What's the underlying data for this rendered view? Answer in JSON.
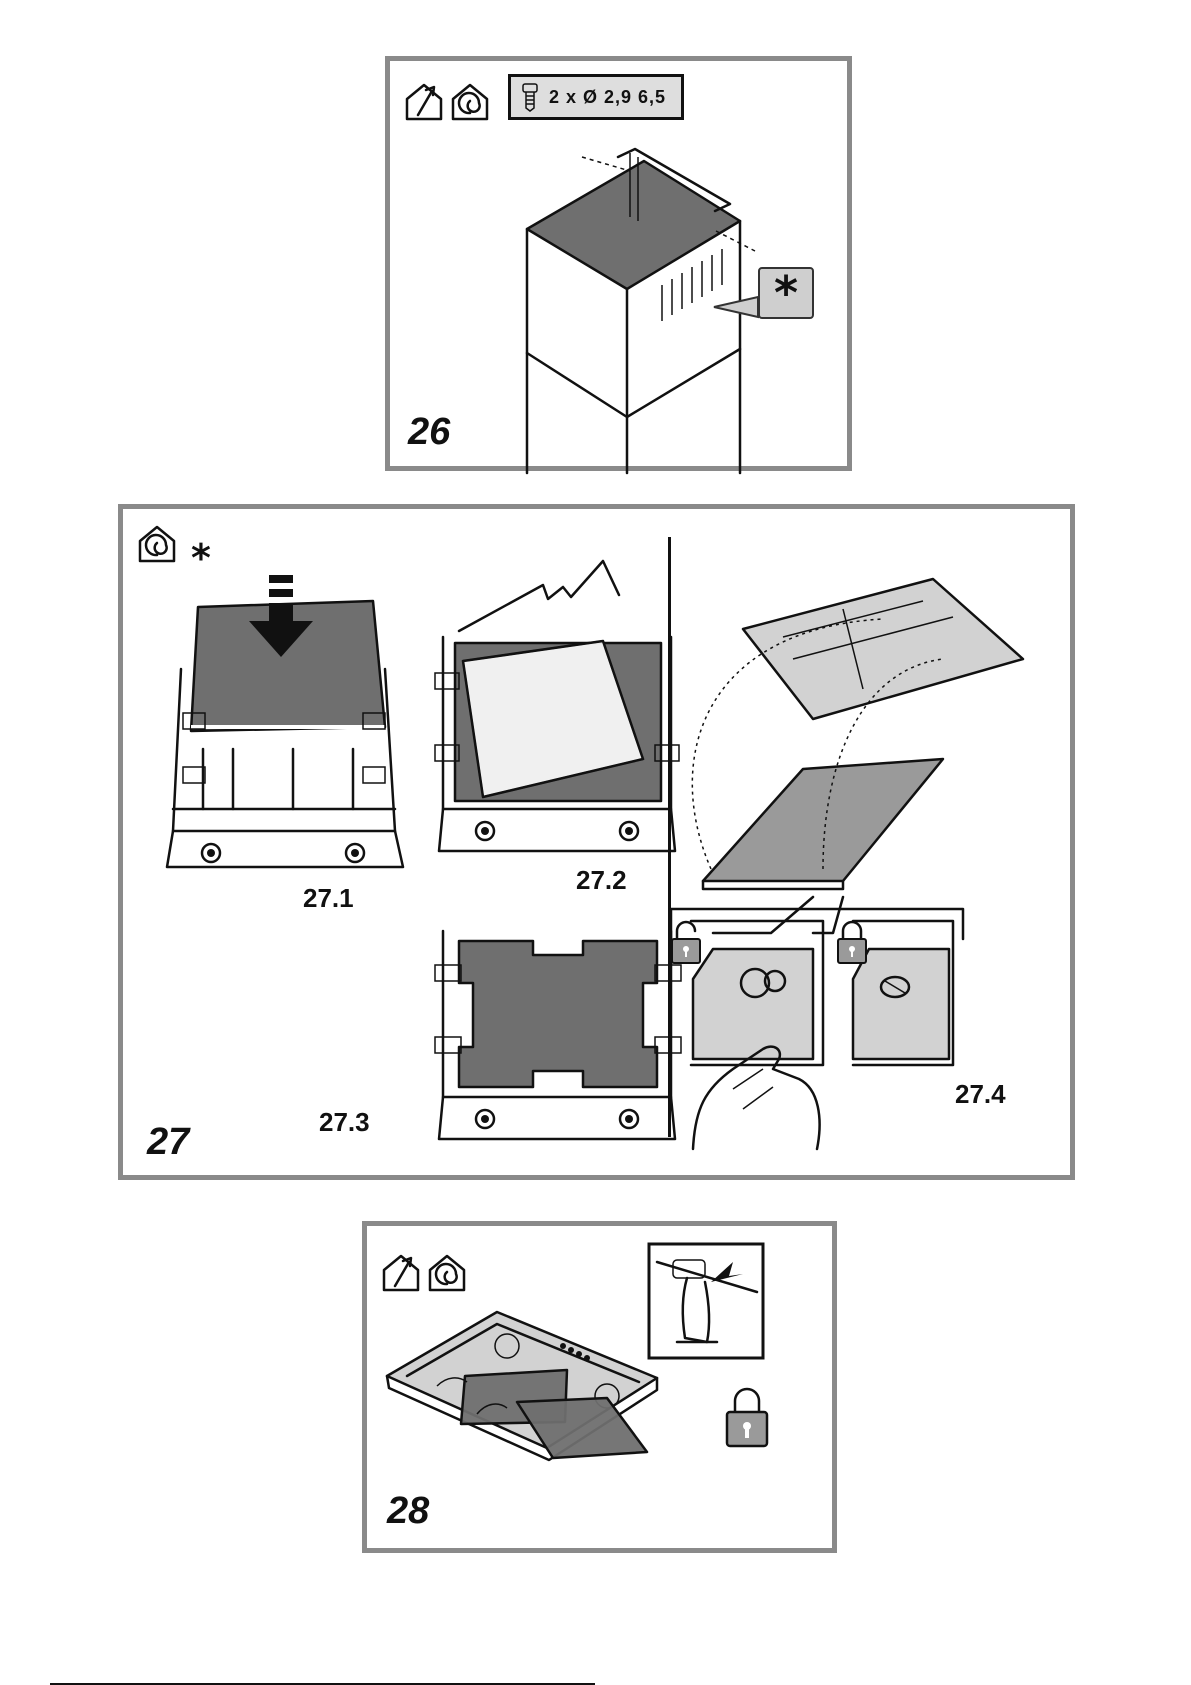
{
  "fig26": {
    "number": "26",
    "screw_spec": "2 x  Ø 2,9 6,5",
    "callout_symbol": "*"
  },
  "fig27": {
    "number": "27",
    "header_symbol": "*",
    "sub1": "27.1",
    "sub2": "27.2",
    "sub3": "27.3",
    "sub4": "27.4"
  },
  "fig28": {
    "number": "28"
  },
  "icons": {
    "ducted": "house-exhaust-icon",
    "recirculating": "house-recirculation-icon",
    "screw": "screw-icon",
    "lock_open": "padlock-open-icon",
    "lock_closed": "padlock-closed-icon"
  },
  "colors": {
    "frame": "#8a8a8a",
    "filter_grey": "#6f6f6f"
  }
}
